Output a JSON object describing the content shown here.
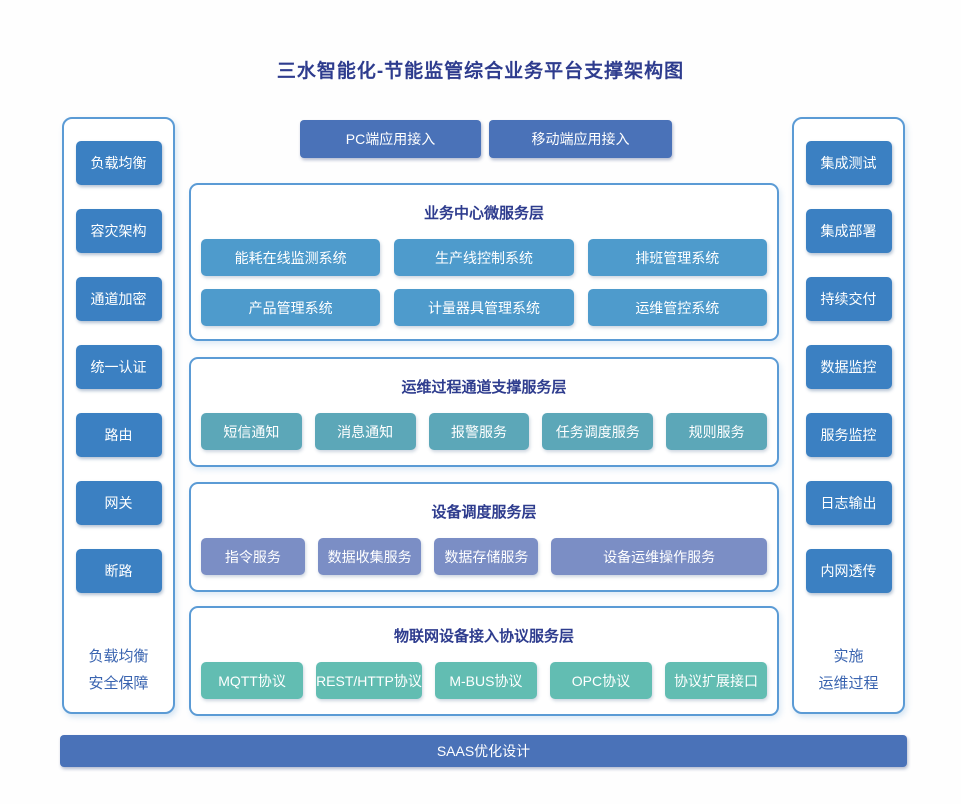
{
  "title": "三水智能化-节能监管综合业务平台支撑架构图",
  "top_nodes": {
    "pc": "PC端应用接入",
    "mobile": "移动端应用接入"
  },
  "left_sidebar": {
    "items": [
      "负载均衡",
      "容灾架构",
      "通道加密",
      "统一认证",
      "路由",
      "网关",
      "断路"
    ],
    "footer_lines": [
      "负载均衡",
      "安全保障"
    ]
  },
  "right_sidebar": {
    "items": [
      "集成测试",
      "集成部署",
      "持续交付",
      "数据监控",
      "服务监控",
      "日志输出",
      "内网透传"
    ],
    "footer_lines": [
      "实施",
      "运维过程"
    ]
  },
  "layers": [
    {
      "title": "业务中心微服务层",
      "items": [
        "能耗在线监测系统",
        "生产线控制系统",
        "排班管理系统",
        "产品管理系统",
        "计量器具管理系统",
        "运维管控系统"
      ]
    },
    {
      "title": "运维过程通道支撑服务层",
      "items": [
        "短信通知",
        "消息通知",
        "报警服务",
        "任务调度服务",
        "规则服务"
      ]
    },
    {
      "title": "设备调度服务层",
      "items": [
        "指令服务",
        "数据收集服务",
        "数据存储服务",
        "设备运维操作服务"
      ]
    },
    {
      "title": "物联网设备接入协议服务层",
      "items": [
        "MQTT协议",
        "REST/HTTP协议",
        "M-BUS协议",
        "OPC协议",
        "协议扩展接口"
      ]
    }
  ],
  "bottom_bar": "SAAS优化设计",
  "colors": {
    "title_text": "#2e3c8e",
    "panel_border": "#5b9bd5",
    "sidebar_button": "#3b80c2",
    "top_button": "#4a72b8",
    "bottom_bar": "#4a72b8",
    "layer1_button": "#4e9bcc",
    "layer2_button": "#5ca7b8",
    "layer3_button": "#7b8ec5",
    "layer4_button": "#62bdb2",
    "side_label_text": "#3a64b0",
    "button_text": "#ffffff"
  }
}
